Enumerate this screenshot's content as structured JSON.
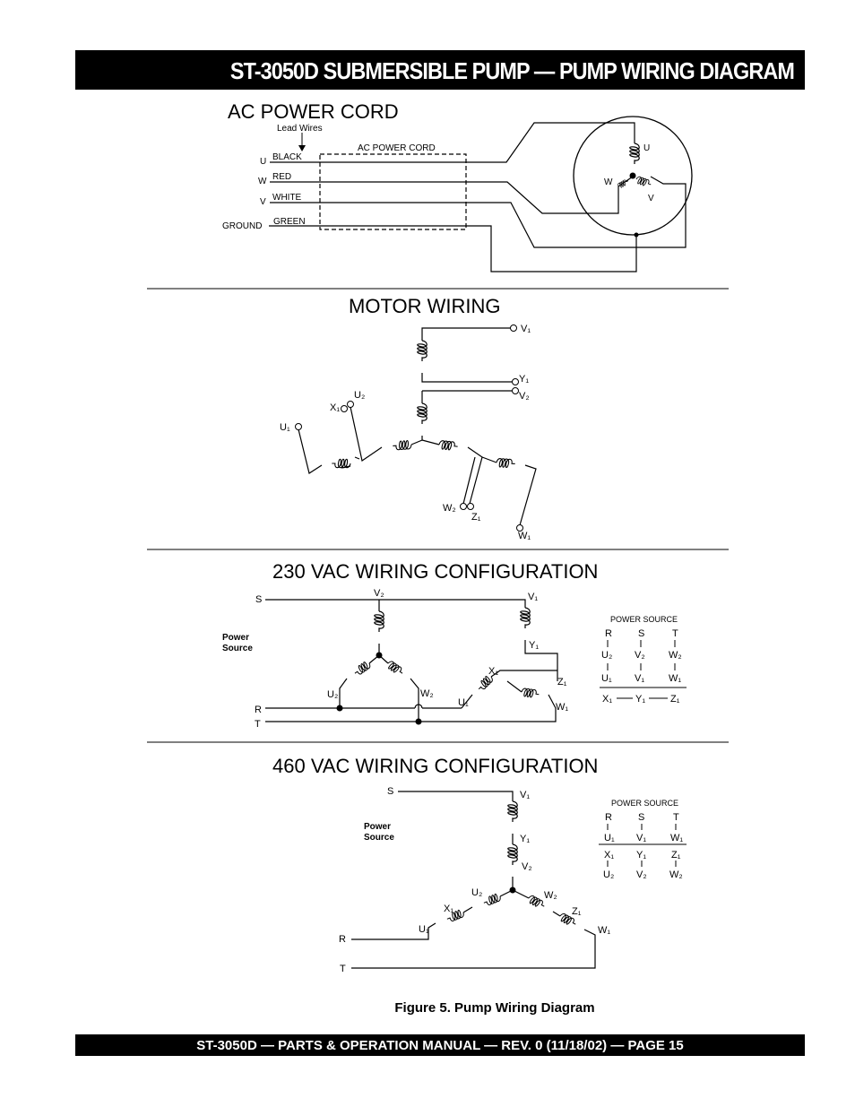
{
  "header": {
    "title": "ST-3050D SUBMERSIBLE PUMP —  PUMP WIRING DIAGRAM"
  },
  "ac_power_cord": {
    "title": "AC POWER CORD",
    "lead_wires": "Lead Wires",
    "cord_label": "AC POWER CORD",
    "wires": [
      {
        "terminal": "U",
        "color": "BLACK"
      },
      {
        "terminal": "W",
        "color": "RED"
      },
      {
        "terminal": "V",
        "color": "WHITE"
      },
      {
        "terminal": "GROUND",
        "color": "GREEN"
      }
    ],
    "motor_terminals": {
      "u": "U",
      "w": "W",
      "v": "V"
    }
  },
  "motor_wiring": {
    "title": "MOTOR WIRING",
    "terminals": {
      "v1": "V₁",
      "y1": "Y₁",
      "v2": "V₂",
      "u2": "U₂",
      "x1": "X₁",
      "u1": "U₁",
      "w2": "W₂",
      "z1": "Z₁",
      "w1": "W₁"
    }
  },
  "vac230": {
    "title": "230 VAC WIRING CONFIGURATION",
    "power_source": [
      "Power",
      "Source"
    ],
    "lines": {
      "s": "S",
      "r": "R",
      "t": "T"
    },
    "terminals": {
      "v2": "V₂",
      "v1": "V₁",
      "y1": "Y₁",
      "x1": "X₁",
      "z1": "Z₁",
      "u2": "U₂",
      "w2": "W₂",
      "u1": "U₁",
      "w1": "W₁"
    },
    "table": {
      "heading": "POWER SOURCE",
      "header": [
        "R",
        "S",
        "T"
      ],
      "row1": [
        "U₂",
        "V₂",
        "W₂"
      ],
      "row2": [
        "U₁",
        "V₁",
        "W₁"
      ],
      "bottom": [
        "X₁",
        "Y₁",
        "Z₁"
      ]
    }
  },
  "vac460": {
    "title": "460 VAC WIRING CONFIGURATION",
    "power_source": [
      "Power",
      "Source"
    ],
    "lines": {
      "s": "S",
      "r": "R",
      "t": "T"
    },
    "terminals": {
      "v1": "V₁",
      "y1": "Y₁",
      "v2": "V₂",
      "u2": "U₂",
      "w2": "W₂",
      "x1": "X₁",
      "z1": "Z₁",
      "u1": "U₁",
      "w1": "W₁"
    },
    "table": {
      "heading": "POWER SOURCE",
      "header": [
        "R",
        "S",
        "T"
      ],
      "row1": [
        "U₁",
        "V₁",
        "W₁"
      ],
      "row2": [
        "X₁",
        "Y₁",
        "Z₁"
      ],
      "row3": [
        "U₂",
        "V₂",
        "W₂"
      ]
    }
  },
  "caption": "Figure 5. Pump Wiring Diagram",
  "footer": {
    "text": "ST-3050D — PARTS & OPERATION MANUAL — REV. 0 (11/18/02) — PAGE 15"
  }
}
